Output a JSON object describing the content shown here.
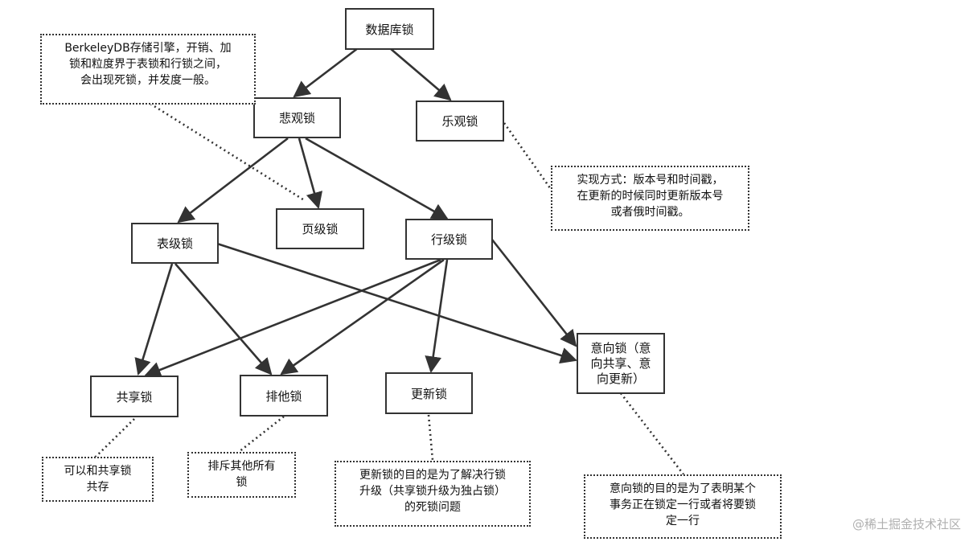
{
  "nodes": {
    "database_lock": "数据库锁",
    "pessimistic_lock": "悲观锁",
    "optimistic_lock": "乐观锁",
    "table_lock": "表级锁",
    "page_lock": "页级锁",
    "row_lock": "行级锁",
    "shared_lock": "共享锁",
    "exclusive_lock": "排他锁",
    "update_lock": "更新锁",
    "intent_lock": [
      "意向锁（意",
      "向共享、意",
      "向更新）"
    ]
  },
  "notes": {
    "berkeleydb": [
      "BerkeleyDB存储引擎，开销、加",
      "锁和粒度界于表锁和行锁之间，",
      "会出现死锁，并发度一般。"
    ],
    "optimistic": [
      "实现方式：版本号和时间戳，",
      "在更新的时候同时更新版本号",
      "或者俄时间戳。"
    ],
    "shared": [
      "可以和共享锁",
      "共存"
    ],
    "exclusive": [
      "排斥其他所有",
      "锁"
    ],
    "update": [
      "更新锁的目的是为了解决行锁",
      "升级（共享锁升级为独占锁）",
      "的死锁问题"
    ],
    "intent": [
      "意向锁的目的是为了表明某个",
      "事务正在锁定一行或者将要锁",
      "定一行"
    ]
  },
  "watermark": "@稀土掘金技术社区"
}
